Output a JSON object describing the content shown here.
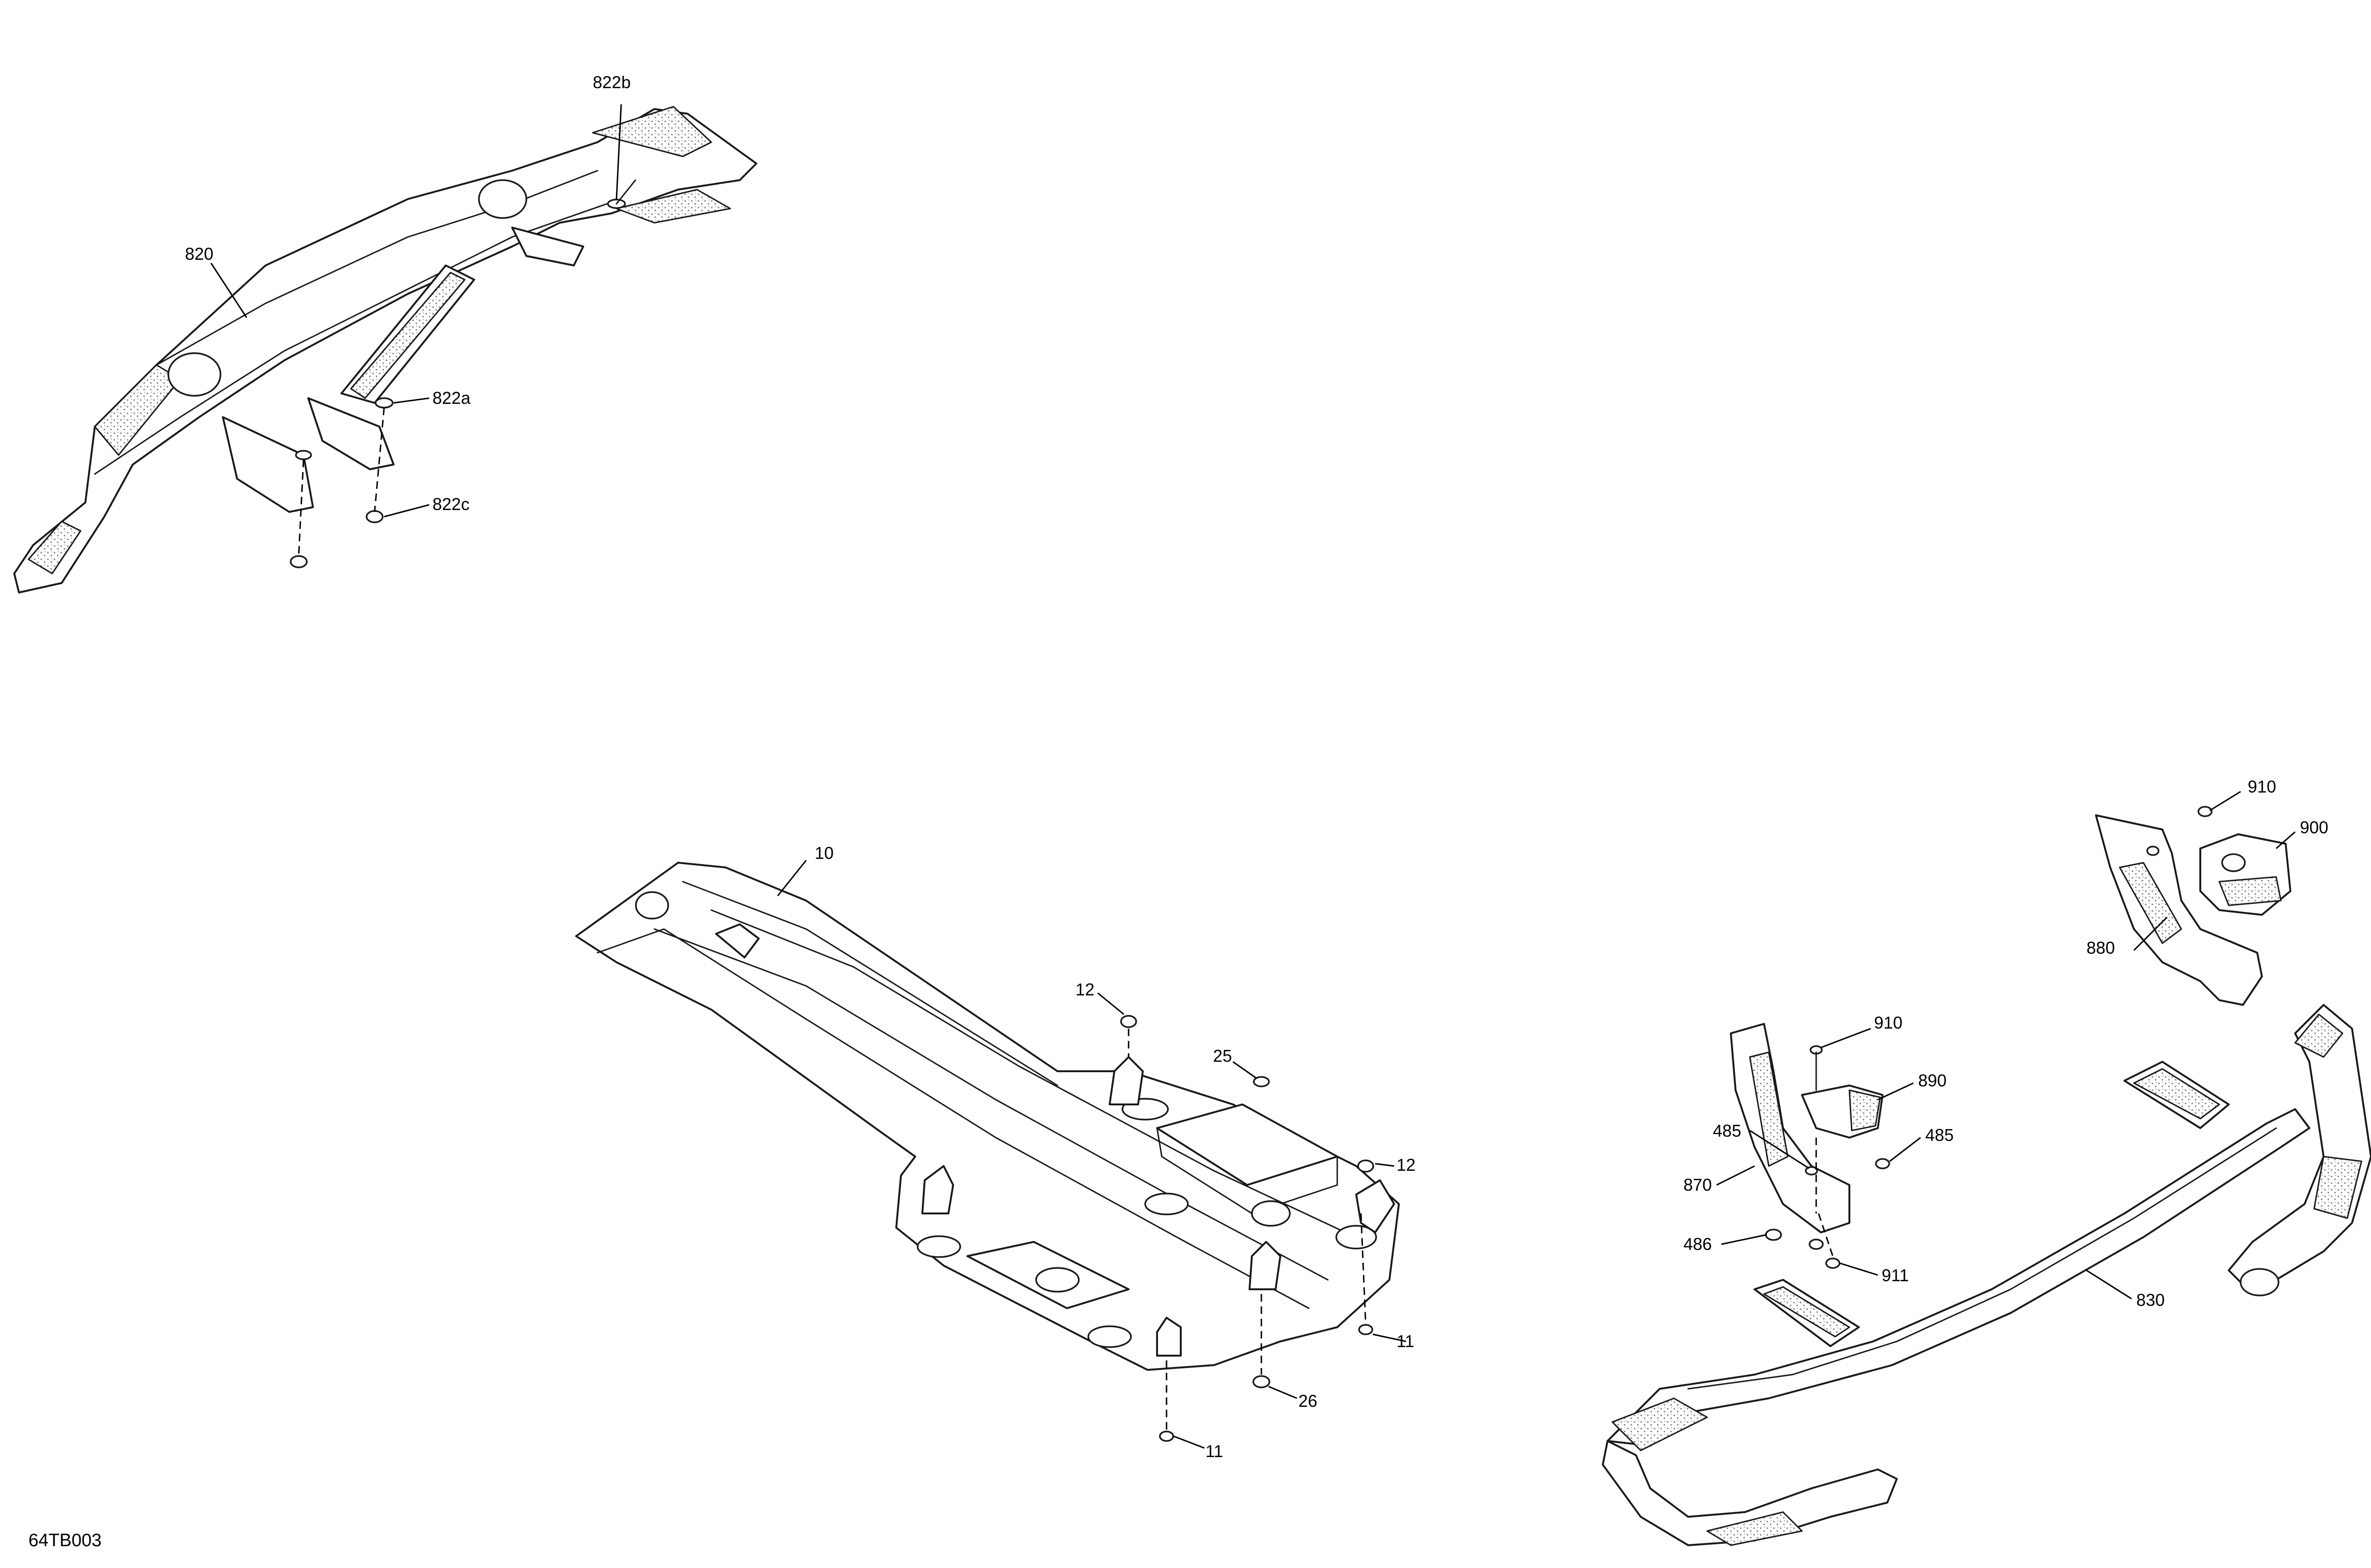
{
  "diagram": {
    "figure_code": "64TB003",
    "callouts": {
      "c820": "820",
      "c822b": "822b",
      "c822a": "822a",
      "c822c": "822c",
      "c10": "10",
      "c12_top": "12",
      "c25": "25",
      "c12_right": "12",
      "c11_right": "11",
      "c26": "26",
      "c11_bottom": "11",
      "c910_top": "910",
      "c900": "900",
      "c880": "880",
      "c910_mid": "910",
      "c890": "890",
      "c485_left": "485",
      "c485_right": "485",
      "c870": "870",
      "c486": "486",
      "c911": "911",
      "c830": "830"
    }
  }
}
